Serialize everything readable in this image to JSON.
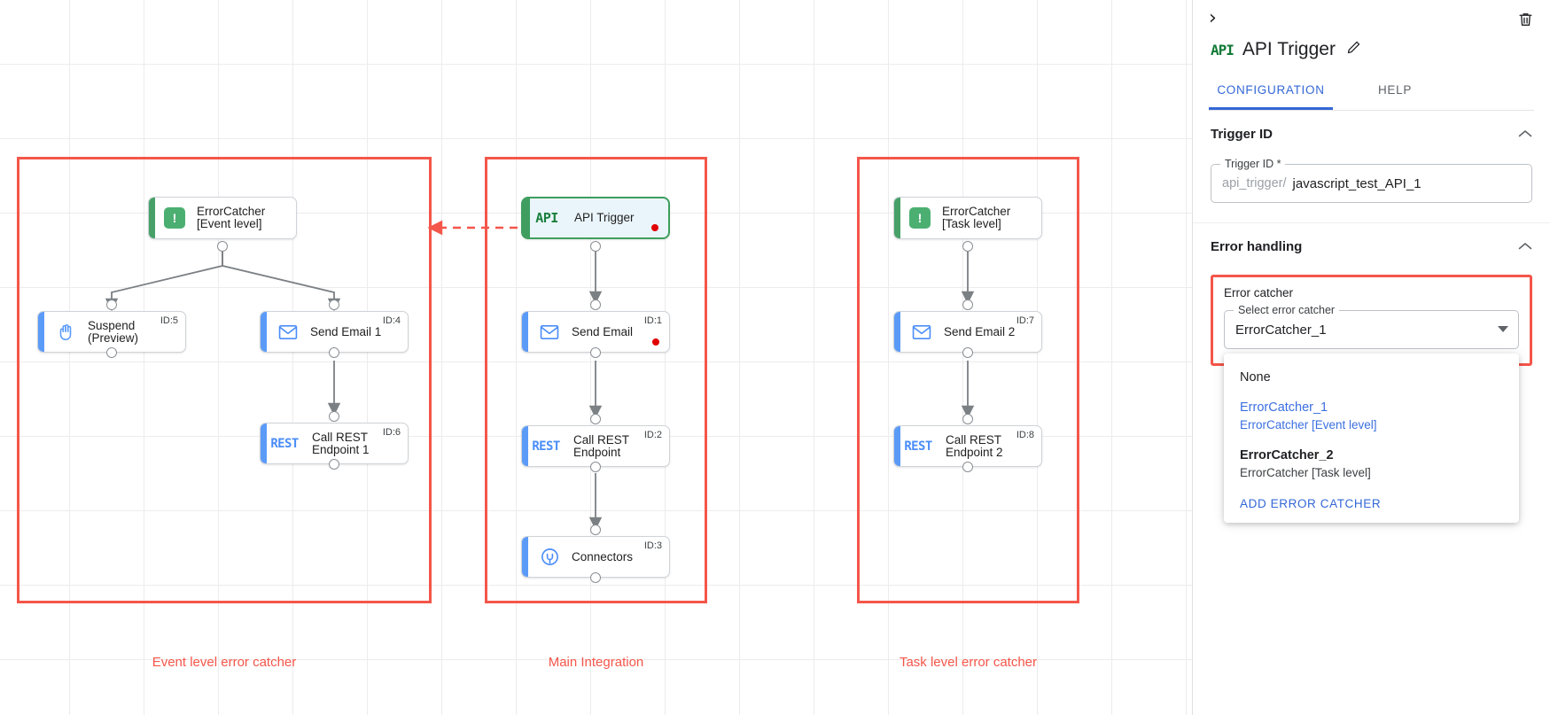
{
  "canvas": {
    "groups": [
      {
        "name": "event-level-group",
        "label": "Event level error catcher"
      },
      {
        "name": "main-integration-group",
        "label": "Main Integration"
      },
      {
        "name": "task-level-group",
        "label": "Task level error catcher"
      }
    ],
    "nodes": [
      {
        "key": "error_catcher_event",
        "label": "ErrorCatcher\n[Event level]",
        "icon": "error-catcher-icon",
        "id_label": "",
        "has_error_dot": false,
        "kind": "greenbox"
      },
      {
        "key": "suspend_preview",
        "label": "Suspend\n(Preview)",
        "icon": "hand-suspend-icon",
        "id_label": "ID:5",
        "has_error_dot": false,
        "kind": "blue"
      },
      {
        "key": "send_email_1",
        "label": "Send Email 1",
        "icon": "envelope-icon",
        "id_label": "ID:4",
        "has_error_dot": false,
        "kind": "blue"
      },
      {
        "key": "call_rest_endpoint_1",
        "label": "Call REST\nEndpoint 1",
        "icon": "rest-icon",
        "id_label": "ID:6",
        "has_error_dot": false,
        "kind": "blue"
      },
      {
        "key": "api_trigger",
        "label": "API Trigger",
        "icon": "api-icon",
        "id_label": "",
        "has_error_dot": true,
        "kind": "trigger"
      },
      {
        "key": "send_email",
        "label": "Send Email",
        "icon": "envelope-icon",
        "id_label": "ID:1",
        "has_error_dot": true,
        "kind": "blue"
      },
      {
        "key": "call_rest_endpoint",
        "label": "Call REST\nEndpoint",
        "icon": "rest-icon",
        "id_label": "ID:2",
        "has_error_dot": false,
        "kind": "blue"
      },
      {
        "key": "connectors",
        "label": "Connectors",
        "icon": "connectors-icon",
        "id_label": "ID:3",
        "has_error_dot": false,
        "kind": "blue"
      },
      {
        "key": "error_catcher_task",
        "label": "ErrorCatcher\n[Task level]",
        "icon": "error-catcher-icon",
        "id_label": "",
        "has_error_dot": false,
        "kind": "greenbox"
      },
      {
        "key": "send_email_2",
        "label": "Send Email 2",
        "icon": "envelope-icon",
        "id_label": "ID:7",
        "has_error_dot": false,
        "kind": "blue"
      },
      {
        "key": "call_rest_endpoint_2",
        "label": "Call REST\nEndpoint 2",
        "icon": "rest-icon",
        "id_label": "ID:8",
        "has_error_dot": false,
        "kind": "blue"
      }
    ],
    "colors": {
      "group_border": "#f4564a",
      "group_label": "#f4564a",
      "trigger_accent": "#3f9e5f",
      "node_accent": "#5b9bf8",
      "error_dot": "#e00000"
    }
  },
  "panel": {
    "collapse_icon": "chevron-right-icon",
    "delete_icon": "trash-icon",
    "title_badge": "API",
    "title": "API Trigger",
    "edit_icon": "pencil-icon",
    "tabs": [
      {
        "label": "CONFIGURATION",
        "active": true
      },
      {
        "label": "HELP",
        "active": false
      }
    ],
    "trigger_id_section": {
      "heading": "Trigger ID",
      "field_legend": "Trigger ID *",
      "prefix": "api_trigger/",
      "value": "javascript_test_API_1"
    },
    "error_handling_section": {
      "heading": "Error handling",
      "box_label": "Error catcher",
      "select_legend": "Select error catcher",
      "select_value": "ErrorCatcher_1",
      "options": [
        {
          "primary": "None",
          "secondary": "",
          "selected": false,
          "bold": false
        },
        {
          "primary": "ErrorCatcher_1",
          "secondary": "ErrorCatcher [Event level]",
          "selected": true,
          "bold": false
        },
        {
          "primary": "ErrorCatcher_2",
          "secondary": "ErrorCatcher [Task level]",
          "selected": false,
          "bold": true
        }
      ],
      "add_action": "ADD ERROR CATCHER"
    }
  }
}
